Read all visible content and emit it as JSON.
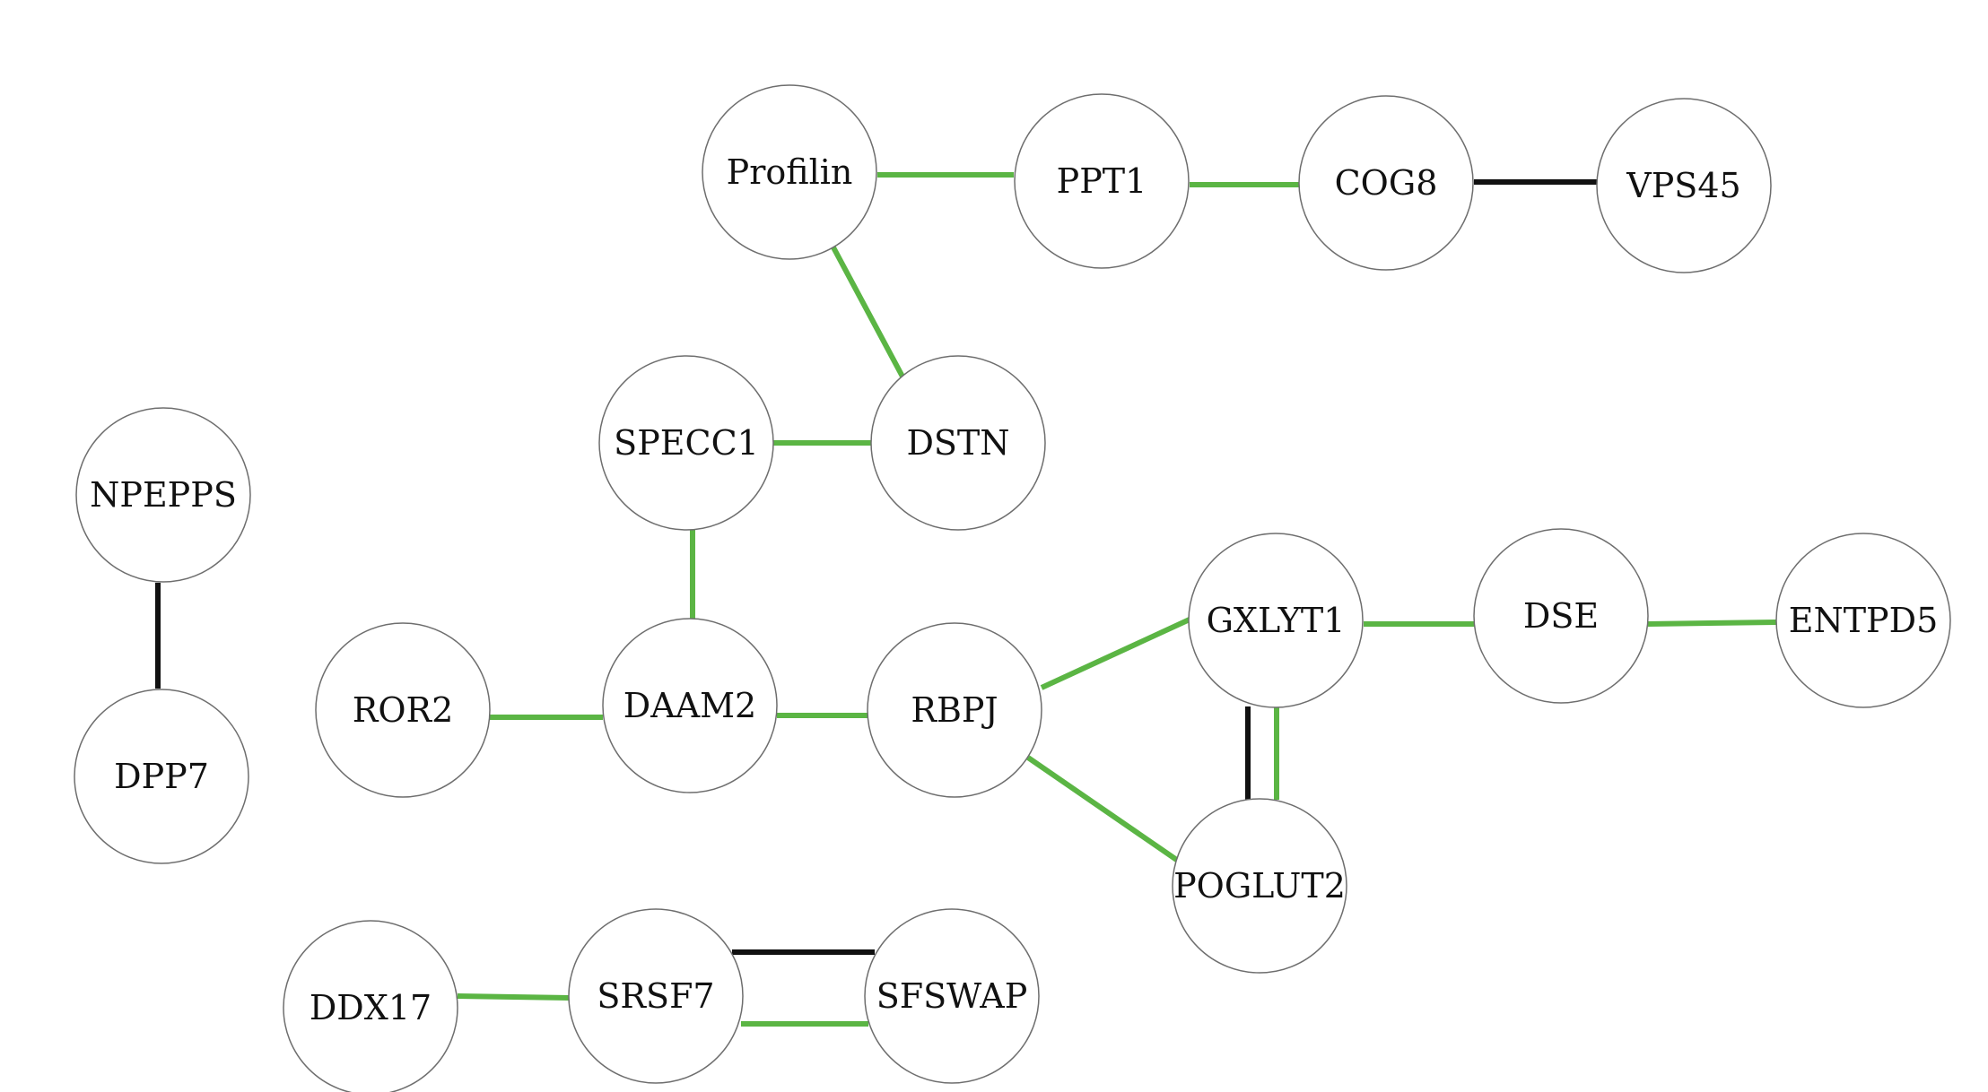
{
  "colors": {
    "green": "#5bb544",
    "black": "#111111"
  },
  "nodes": [
    {
      "id": "Profilin",
      "label": "Profilin"
    },
    {
      "id": "PPT1",
      "label": "PPT1"
    },
    {
      "id": "COG8",
      "label": "COG8"
    },
    {
      "id": "VPS45",
      "label": "VPS45"
    },
    {
      "id": "SPECC1",
      "label": "SPECC1"
    },
    {
      "id": "DSTN",
      "label": "DSTN"
    },
    {
      "id": "NPEPPS",
      "label": "NPEPPS"
    },
    {
      "id": "DPP7",
      "label": "DPP7"
    },
    {
      "id": "ROR2",
      "label": "ROR2"
    },
    {
      "id": "DAAM2",
      "label": "DAAM2"
    },
    {
      "id": "RBPJ",
      "label": "RBPJ"
    },
    {
      "id": "GXLYT1",
      "label": "GXLYT1"
    },
    {
      "id": "DSE",
      "label": "DSE"
    },
    {
      "id": "ENTPD5",
      "label": "ENTPD5"
    },
    {
      "id": "POGLUT2",
      "label": "POGLUT2"
    },
    {
      "id": "DDX17",
      "label": "DDX17"
    },
    {
      "id": "SRSF7",
      "label": "SRSF7"
    },
    {
      "id": "SFSWAP",
      "label": "SFSWAP"
    }
  ],
  "edges": [
    {
      "source": "Profilin",
      "target": "PPT1",
      "color": "green"
    },
    {
      "source": "PPT1",
      "target": "COG8",
      "color": "green"
    },
    {
      "source": "COG8",
      "target": "VPS45",
      "color": "black"
    },
    {
      "source": "Profilin",
      "target": "DSTN",
      "color": "green"
    },
    {
      "source": "SPECC1",
      "target": "DSTN",
      "color": "green"
    },
    {
      "source": "SPECC1",
      "target": "DAAM2",
      "color": "green"
    },
    {
      "source": "NPEPPS",
      "target": "DPP7",
      "color": "black"
    },
    {
      "source": "ROR2",
      "target": "DAAM2",
      "color": "green"
    },
    {
      "source": "DAAM2",
      "target": "RBPJ",
      "color": "green"
    },
    {
      "source": "RBPJ",
      "target": "GXLYT1",
      "color": "green"
    },
    {
      "source": "RBPJ",
      "target": "POGLUT2",
      "color": "green"
    },
    {
      "source": "GXLYT1",
      "target": "DSE",
      "color": "green"
    },
    {
      "source": "DSE",
      "target": "ENTPD5",
      "color": "green"
    },
    {
      "source": "GXLYT1",
      "target": "POGLUT2",
      "color": "black"
    },
    {
      "source": "GXLYT1",
      "target": "POGLUT2",
      "color": "green"
    },
    {
      "source": "DDX17",
      "target": "SRSF7",
      "color": "green"
    },
    {
      "source": "SRSF7",
      "target": "SFSWAP",
      "color": "black"
    },
    {
      "source": "SRSF7",
      "target": "SFSWAP",
      "color": "green"
    }
  ]
}
